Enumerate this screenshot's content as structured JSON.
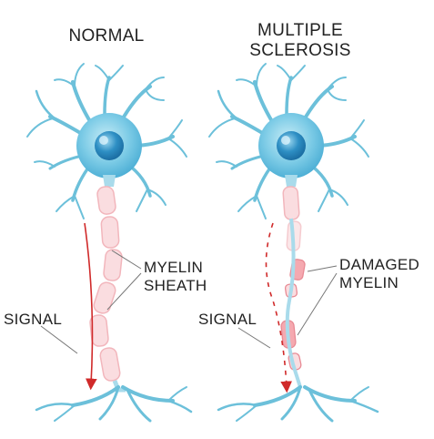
{
  "titles": {
    "normal": "NORMAL",
    "ms_line1": "MULTIPLE",
    "ms_line2": "SCLEROSIS"
  },
  "labels": {
    "myelin_line1": "MYELIN",
    "myelin_line2": "SHEATH",
    "signal_left": "SIGNAL",
    "signal_right": "SIGNAL",
    "damaged_line1": "DAMAGED",
    "damaged_line2": "MYELIN"
  },
  "colors": {
    "dendrite": "#6cc0da",
    "dendrite_tip": "#8fd8c4",
    "soma": "#7ccbe6",
    "nucleus": "#2e8fc4",
    "axon": "#a9dbeb",
    "myelin_fill": "#fadde0",
    "myelin_stroke": "#f2b6bc",
    "damaged_myelin": "#f5a9b0",
    "signal_arrow": "#d02a2a",
    "leader_line": "#777777",
    "text": "#222222"
  }
}
